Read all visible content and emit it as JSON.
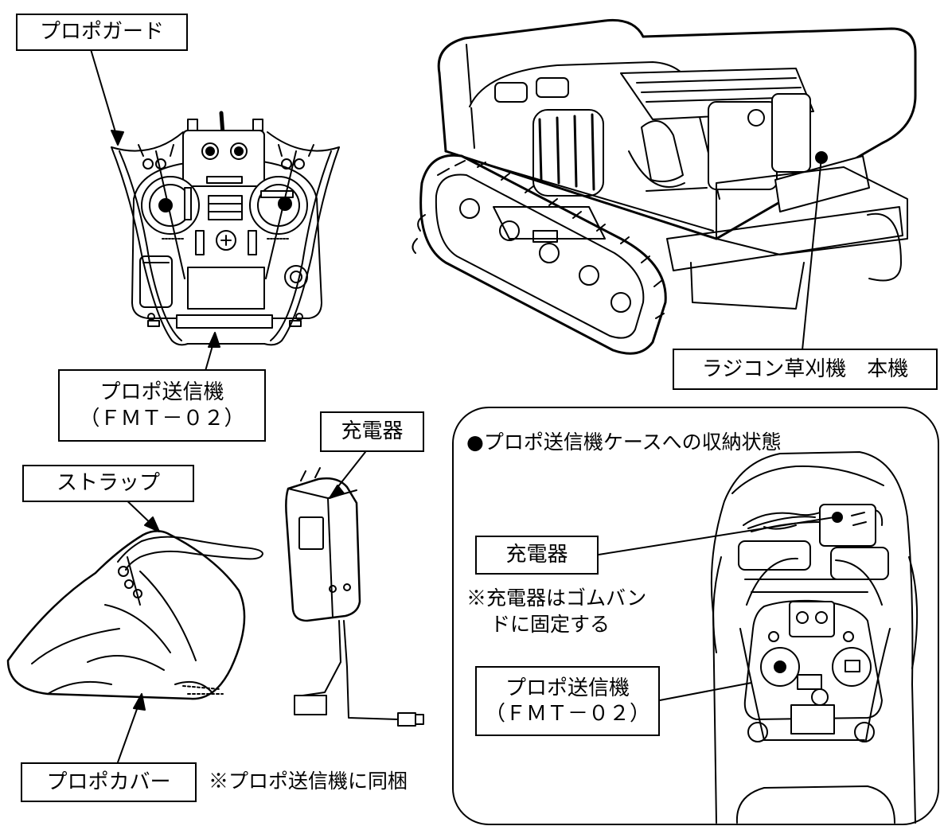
{
  "labels": {
    "propo_guard": "プロポガード",
    "mower_unit": "ラジコン草刈機　本機",
    "transmitter_line1": "プロポ送信機",
    "transmitter_line2": "（ＦＭＴ－０２）",
    "charger": "充電器",
    "strap": "ストラップ",
    "propo_cover": "プロポカバー"
  },
  "notes": {
    "bundled": "※プロポ送信機に同梱"
  },
  "storage_panel": {
    "title": "●プロポ送信機ケースへの収納状態",
    "charger_label": "充電器",
    "charger_note_line1": "※充電器はゴムバン",
    "charger_note_line2": "ドに固定する",
    "transmitter_line1": "プロポ送信機",
    "transmitter_line2": "（ＦＭＴ－０２）"
  }
}
